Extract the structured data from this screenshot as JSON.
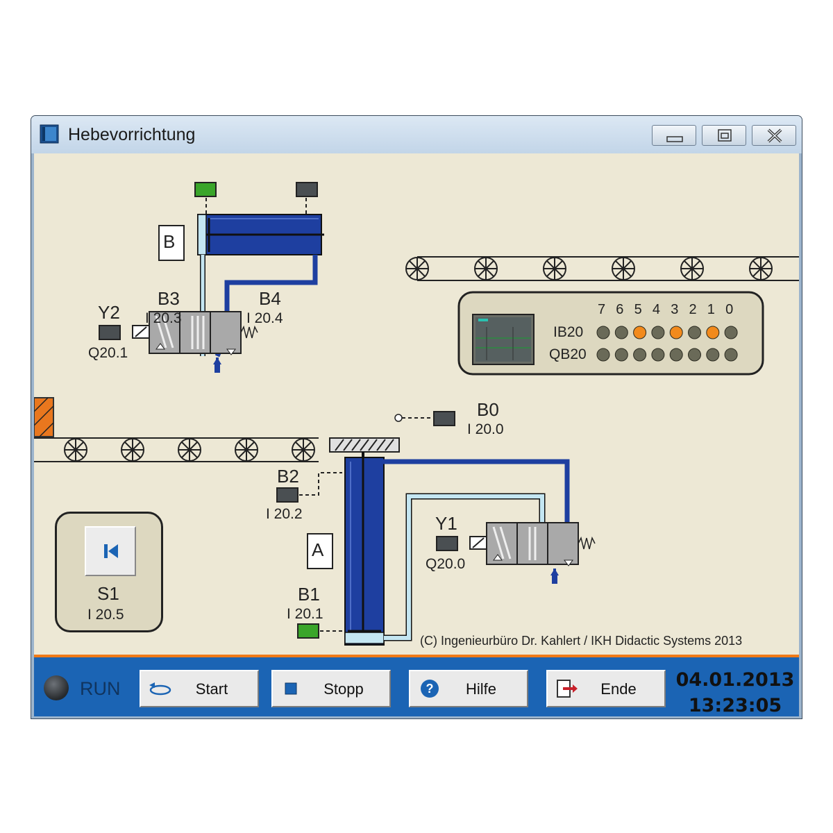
{
  "window": {
    "title": "Hebevorrichtung",
    "controls": {
      "minimize": "minimize-icon",
      "maximize": "maximize-icon",
      "close": "close-icon"
    }
  },
  "cylinder_b": {
    "label": "B",
    "sensor_b3": {
      "name": "B3",
      "address": "I 20.3",
      "state": "on"
    },
    "sensor_b4": {
      "name": "B4",
      "address": "I 20.4",
      "state": "off"
    },
    "valve_y2": {
      "name": "Y2",
      "address": "Q20.1",
      "state": "off"
    }
  },
  "cylinder_a": {
    "label": "A",
    "sensor_b1": {
      "name": "B1",
      "address": "I 20.1",
      "state": "on"
    },
    "sensor_b2": {
      "name": "B2",
      "address": "I 20.2",
      "state": "off"
    },
    "valve_y1": {
      "name": "Y1",
      "address": "Q20.0",
      "state": "off"
    }
  },
  "sensor_b0": {
    "name": "B0",
    "address": "I 20.0",
    "state": "off"
  },
  "plc": {
    "bit_labels": [
      "7",
      "6",
      "5",
      "4",
      "3",
      "2",
      "1",
      "0"
    ],
    "input_row": {
      "label": "IB20",
      "bits": [
        0,
        0,
        1,
        0,
        1,
        0,
        1,
        0
      ]
    },
    "output_row": {
      "label": "QB20",
      "bits": [
        0,
        0,
        0,
        0,
        0,
        0,
        0,
        0
      ]
    }
  },
  "switch_s1": {
    "name": "S1",
    "address": "I 20.5",
    "icon": "skip-back-icon"
  },
  "copyright": "(C) Ingenieurbüro Dr. Kahlert / IKH Didactic Systems 2013",
  "status": {
    "run_label": "RUN",
    "buttons": [
      {
        "label": "Start",
        "icon": "cycle-icon"
      },
      {
        "label": "Stopp",
        "icon": "stop-icon"
      },
      {
        "label": "Hilfe",
        "icon": "help-icon"
      },
      {
        "label": "Ende",
        "icon": "exit-icon"
      }
    ],
    "date": "04.01.2013",
    "time": "13:23:05"
  },
  "colors": {
    "background": "#ede8d5",
    "cylinder_blue": "#1e3fa0",
    "hose_light": "#c4e6f2",
    "sensor_on": "#3aa52a",
    "sensor_off": "#4a4f52",
    "led_on": "#f28a1c",
    "led_off": "#6a6a58",
    "status_bar": "#1b64b4",
    "accent_orange": "#f07a18"
  }
}
